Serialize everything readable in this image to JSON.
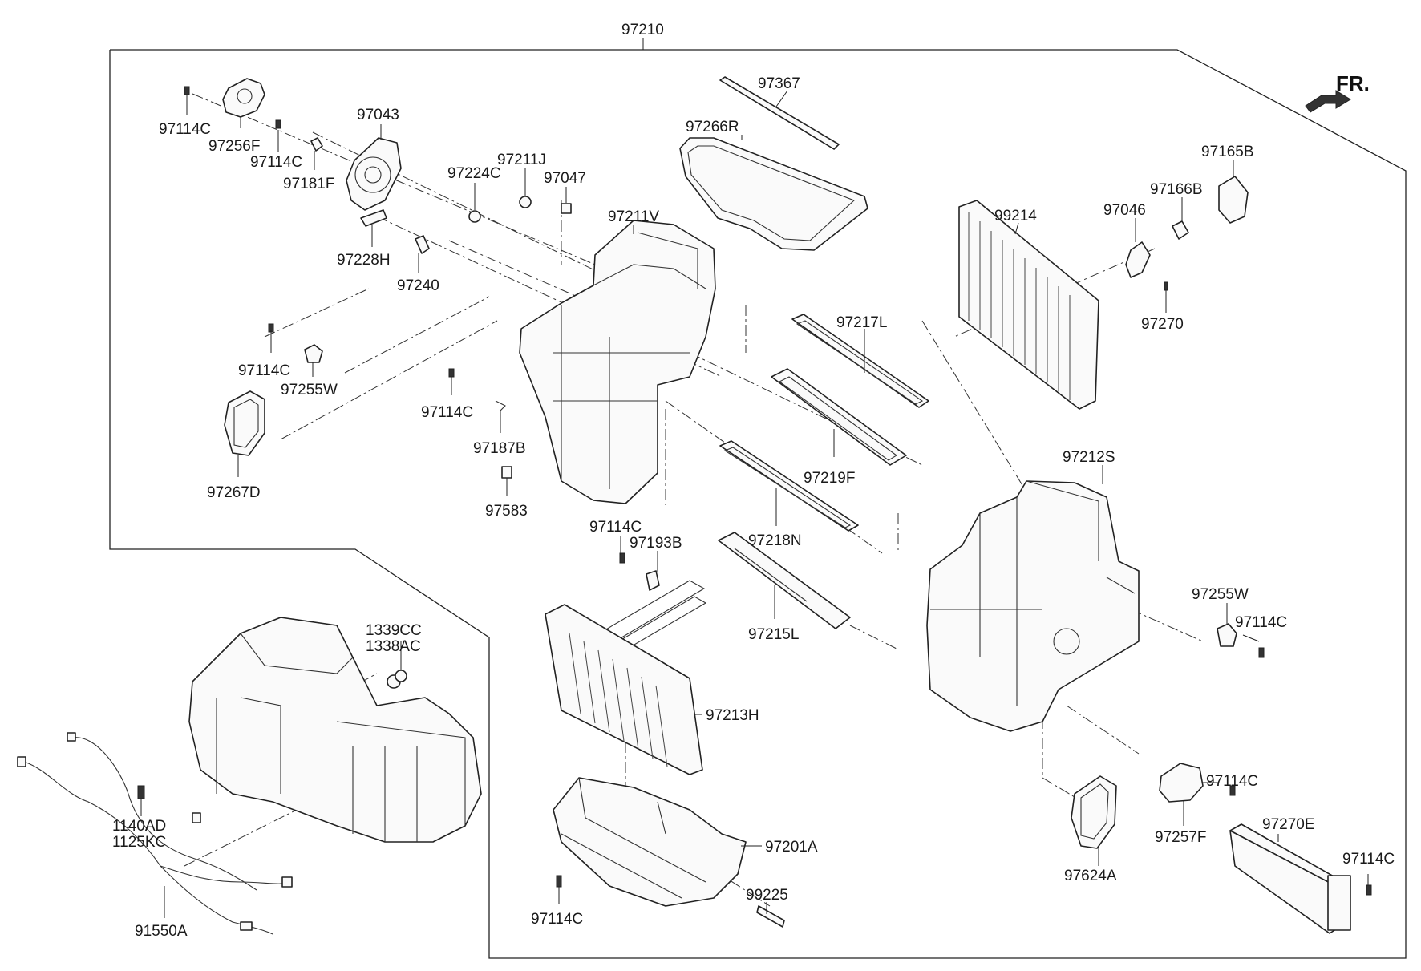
{
  "diagram": {
    "direction_label": "FR.",
    "labels": {
      "top": "97210",
      "l97367": "97367",
      "l97266R": "97266R",
      "l97114C_a": "97114C",
      "l97256F": "97256F",
      "l97114C_b": "97114C",
      "l97181F": "97181F",
      "l97043": "97043",
      "l97224C": "97224C",
      "l97211J": "97211J",
      "l97047": "97047",
      "l97211V": "97211V",
      "l97228H": "97228H",
      "l97240": "97240",
      "l97114C_c": "97114C",
      "l97255W_a": "97255W",
      "l97114C_d": "97114C",
      "l97187B": "97187B",
      "l97583": "97583",
      "l97267D": "97267D",
      "l97217L": "97217L",
      "l97219F": "97219F",
      "l97218N": "97218N",
      "l97215L": "97215L",
      "l97114C_e": "97114C",
      "l97193B": "97193B",
      "l97213H": "97213H",
      "l97201A": "97201A",
      "l99225": "99225",
      "l97114C_f": "97114C",
      "l99214": "99214",
      "l97165B": "97165B",
      "l97166B": "97166B",
      "l97046": "97046",
      "l97270": "97270",
      "l97212S": "97212S",
      "l97255W_b": "97255W",
      "l97114C_g": "97114C",
      "l97114C_h": "97114C",
      "l97257F": "97257F",
      "l97270E": "97270E",
      "l97114C_i": "97114C",
      "l97624A": "97624A",
      "l1339CC": "1339CC",
      "l1338AC": "1338AC",
      "l1140AD": "1140AD",
      "l1125KC": "1125KC",
      "l91550A": "91550A"
    }
  }
}
